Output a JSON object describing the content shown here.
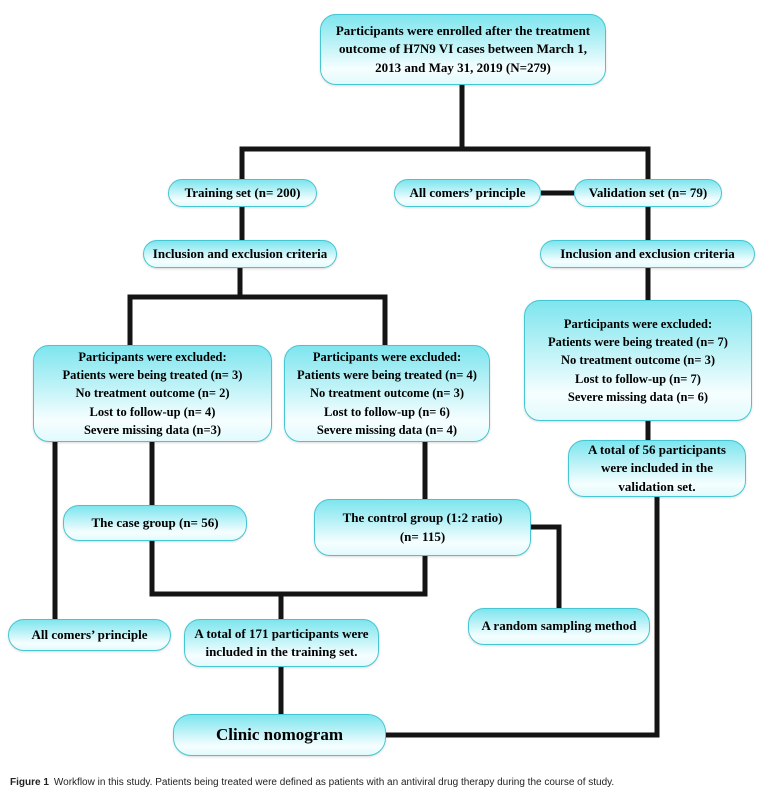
{
  "diagram": {
    "nodes": {
      "enrollment": "Participants were enrolled after the treatment\noutcome of H7N9 VI cases between March 1,\n2013 and May 31, 2019  (N=279)",
      "training_set": "Training set  (n= 200)",
      "all_comers_top": "All comers’ principle",
      "validation_set": "Validation set  (n= 79)",
      "criteria_training": "Inclusion and exclusion criteria",
      "criteria_validation": "Inclusion and exclusion criteria",
      "excluded_training_case": "Participants were excluded:\nPatients were being treated (n= 3)\nNo treatment outcome (n= 2)\nLost to follow-up (n= 4)\nSevere missing data (n=3)",
      "excluded_training_control": "Participants were excluded:\nPatients were being treated (n= 4)\nNo treatment outcome (n= 3)\nLost to follow-up (n= 6)\nSevere missing data (n= 4)",
      "excluded_validation": "Participants were excluded:\nPatients were being treated (n= 7)\nNo treatment outcome (n= 3)\nLost to follow-up (n= 7)\nSevere missing data (n= 6)",
      "total_validation": "A total of 56 participants\nwere included in the\nvalidation set.",
      "case_group": "The case group (n= 56)",
      "control_group": "The control group (1:2 ratio)\n(n= 115)",
      "all_comers_bottom": "All comers’ principle",
      "total_training": "A total of 171 participants were\nincluded in the training set.",
      "random_sampling": "A random sampling method",
      "clinic_nomogram": "Clinic nomogram"
    },
    "edges": [
      {
        "from": "enrollment",
        "to": "training_set"
      },
      {
        "from": "enrollment",
        "to": "validation_set"
      },
      {
        "from": "all_comers_top",
        "to": "validation_set"
      },
      {
        "from": "training_set",
        "to": "criteria_training"
      },
      {
        "from": "validation_set",
        "to": "criteria_validation"
      },
      {
        "from": "criteria_training",
        "to": "excluded_training_case"
      },
      {
        "from": "criteria_training",
        "to": "excluded_training_control"
      },
      {
        "from": "criteria_validation",
        "to": "excluded_validation"
      },
      {
        "from": "excluded_validation",
        "to": "total_validation"
      },
      {
        "from": "excluded_training_case",
        "to": "case_group"
      },
      {
        "from": "excluded_training_case",
        "to": "all_comers_bottom"
      },
      {
        "from": "excluded_training_control",
        "to": "control_group"
      },
      {
        "from": "case_group",
        "to": "total_training"
      },
      {
        "from": "control_group",
        "to": "total_training"
      },
      {
        "from": "control_group",
        "to": "random_sampling"
      },
      {
        "from": "total_training",
        "to": "clinic_nomogram"
      },
      {
        "from": "total_validation",
        "to": "clinic_nomogram"
      }
    ],
    "colors": {
      "box_fill_top": "#7ee5ee",
      "box_fill_bottom": "#f6feff",
      "box_border": "#45c6d2",
      "connector": "#141414"
    }
  },
  "caption": {
    "label": "Figure 1",
    "text": "Workflow in this study. Patients being treated were defined as patients with an antiviral drug therapy during the course of study."
  }
}
